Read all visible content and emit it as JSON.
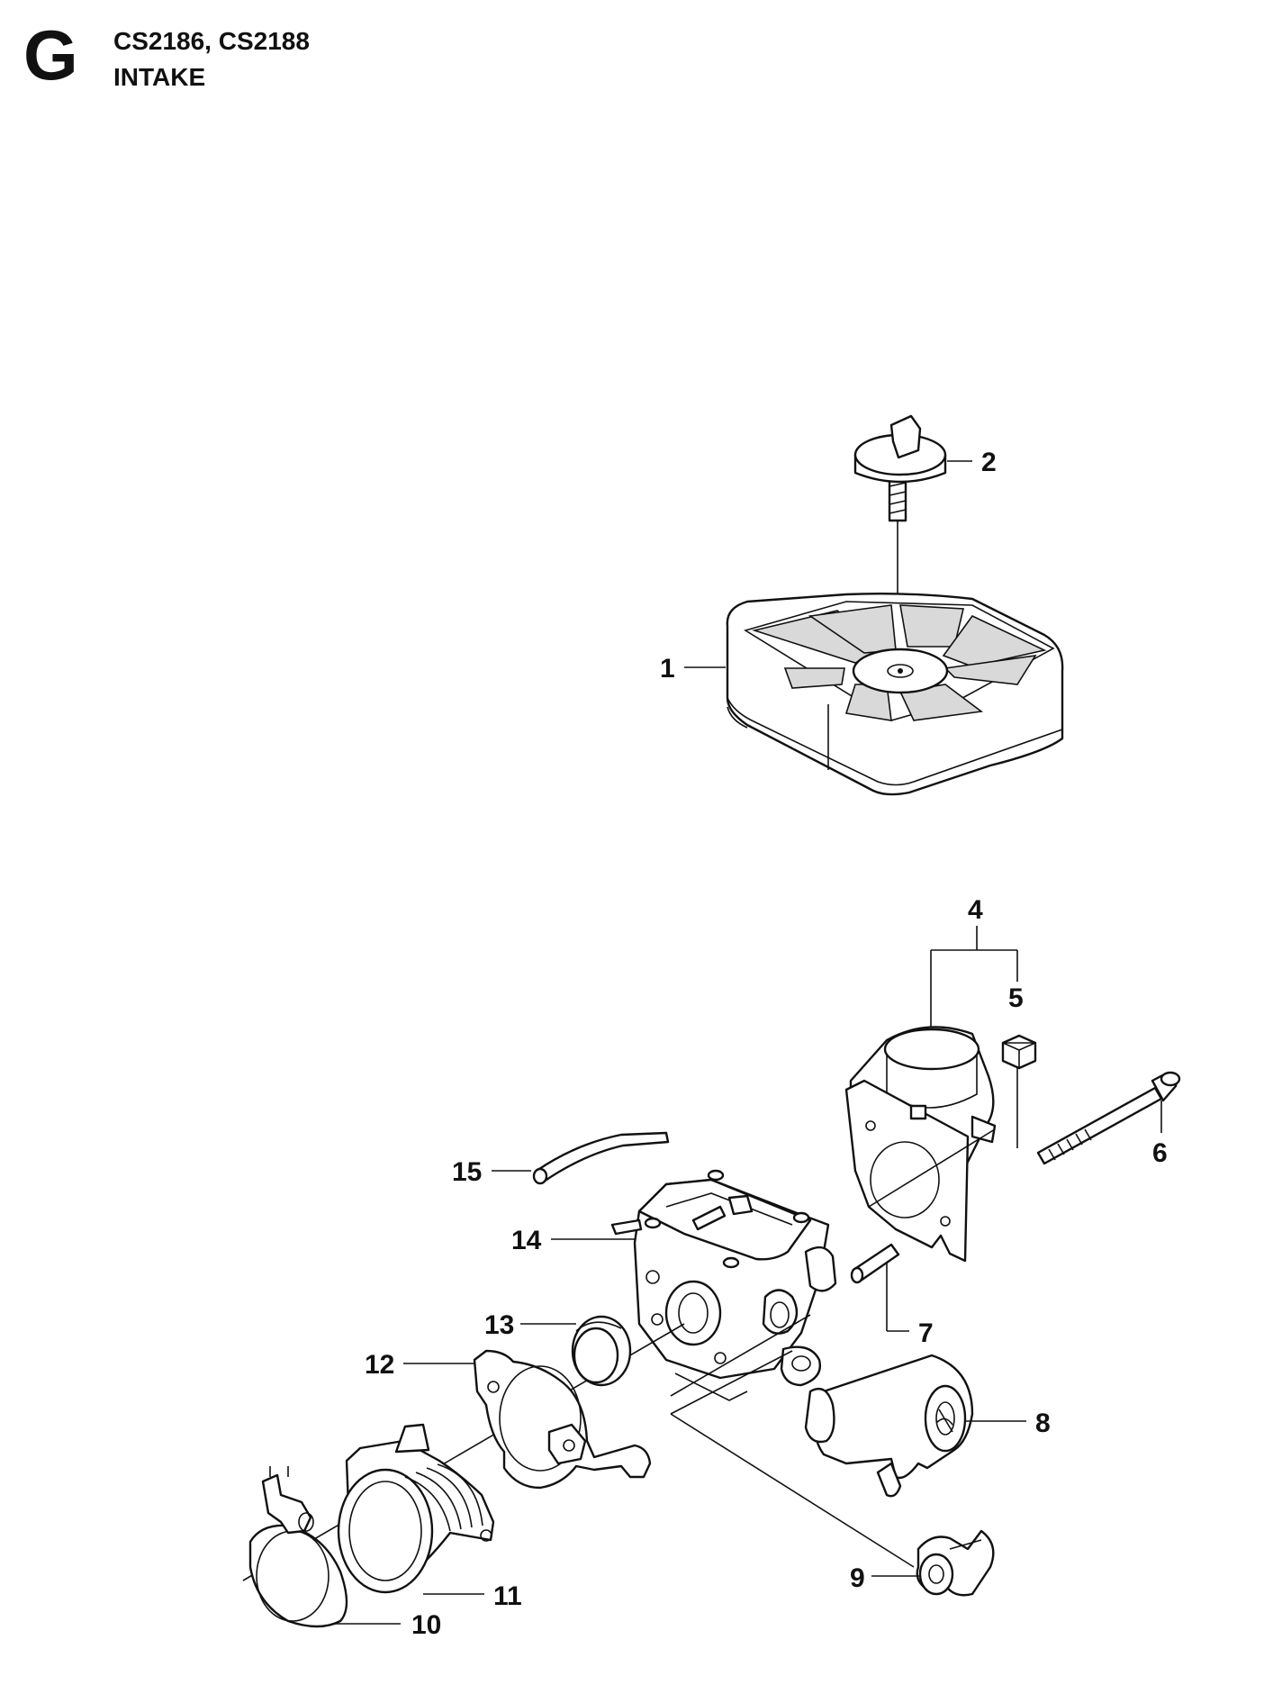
{
  "header": {
    "section_letter": "G",
    "models": "CS2186, CS2188",
    "title": "INTAKE"
  },
  "callouts": {
    "c1": "1",
    "c2": "2",
    "c4": "4",
    "c5": "5",
    "c6": "6",
    "c7": "7",
    "c8": "8",
    "c9": "9",
    "c10": "10",
    "c11": "11",
    "c12": "12",
    "c13": "13",
    "c14": "14",
    "c15": "15"
  },
  "colors": {
    "line": "#111111",
    "filter_panel": "#d9d9d9",
    "background": "#ffffff"
  }
}
